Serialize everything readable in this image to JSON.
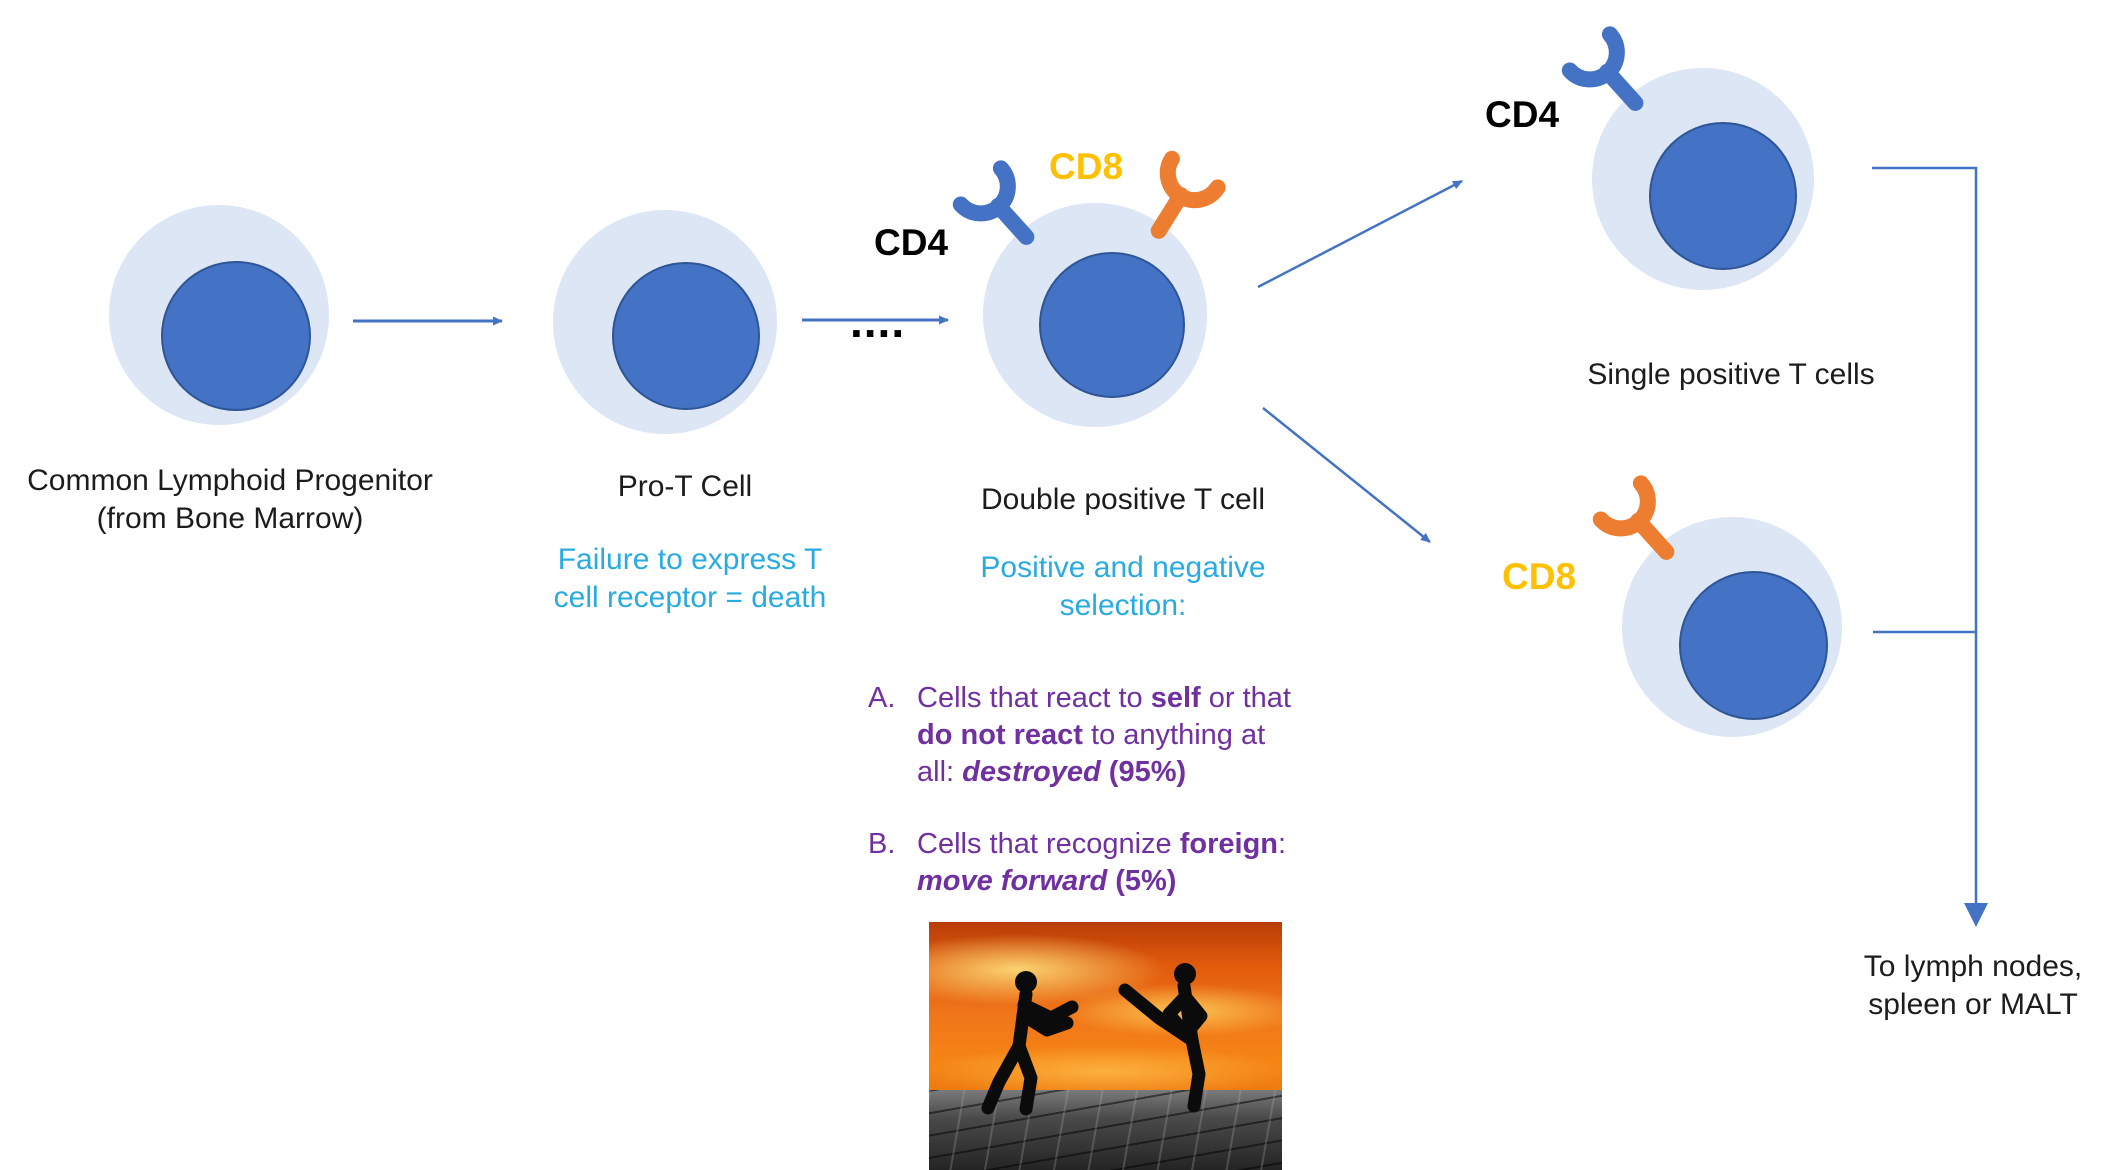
{
  "colors": {
    "accent_blue": "#4472C4",
    "cell_body_fill": "#DCE6F4",
    "nucleus_fill": "#4472C4",
    "nucleus_border": "#2F5597",
    "cyan_text": "#29ABE2",
    "purple_text": "#7030A0",
    "cd8_gold": "#FFC000",
    "receptor_orange": "#ED7D31",
    "receptor_blue": "#4472C4"
  },
  "stages": {
    "clp": {
      "label": "Common Lymphoid Progenitor\n(from Bone Marrow)"
    },
    "pro_t": {
      "label": "Pro-T Cell",
      "note": "Failure to express T\ncell receptor = death"
    },
    "double_positive": {
      "label": "Double positive T cell",
      "note": "Positive and negative\nselection:",
      "cd4_label": "CD4",
      "cd8_label": "CD8",
      "dots": "...."
    }
  },
  "selection": {
    "a": {
      "letter": "A.",
      "segs": [
        "Cells that react to ",
        "self",
        " or that\n",
        "do not react",
        " to anything at\nall: ",
        "destroyed",
        " (95%)"
      ]
    },
    "b": {
      "letter": "B.",
      "segs": [
        "Cells that recognize ",
        "foreign",
        ":\n",
        "move forward",
        " (5%)"
      ]
    }
  },
  "singles": {
    "cd4_label": "CD4",
    "cd8_label": "CD8",
    "caption": "Single positive T cells"
  },
  "destination": {
    "label": "To lymph nodes,\nspleen or MALT"
  },
  "fight_image": {
    "alt": "Two martial-arts silhouettes sparring against an orange sunset sky on stone pavement"
  }
}
